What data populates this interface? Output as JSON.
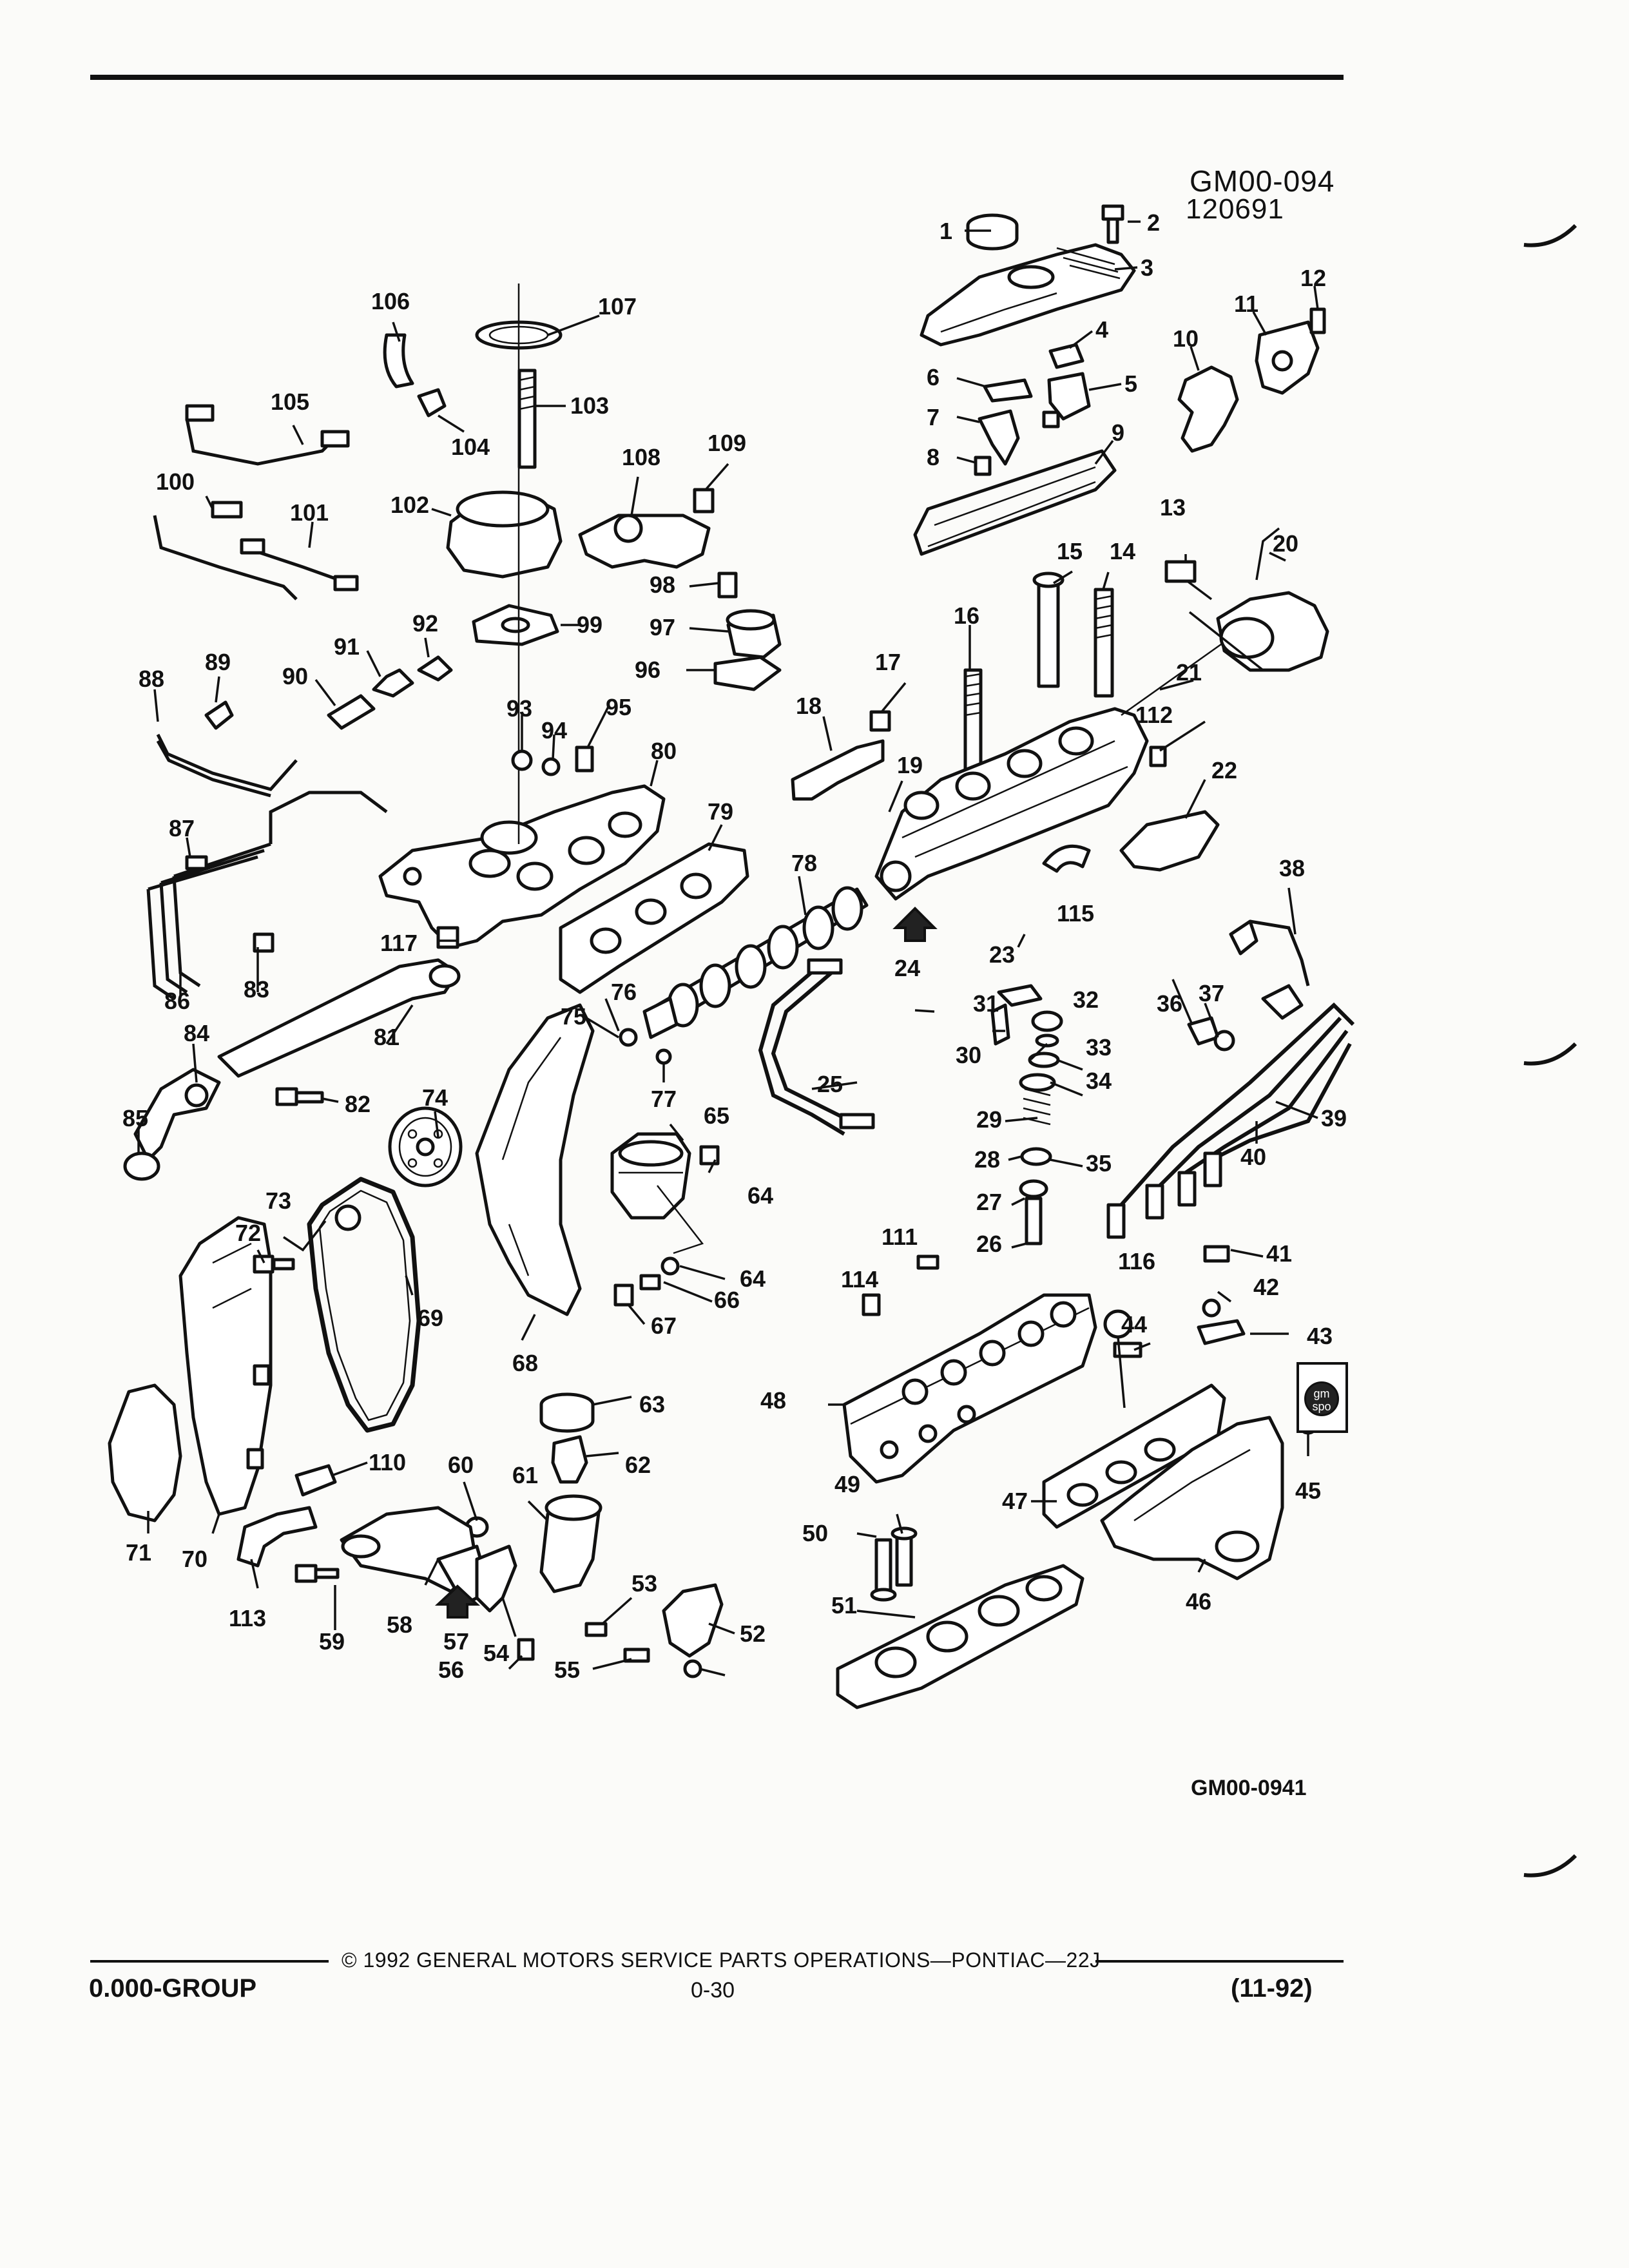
{
  "header": {
    "figure_code": "GM00-094",
    "figure_date": "120691"
  },
  "diagram": {
    "callouts": [
      "1",
      "2",
      "3",
      "4",
      "5",
      "6",
      "7",
      "8",
      "9",
      "10",
      "11",
      "12",
      "13",
      "14",
      "15",
      "16",
      "17",
      "18",
      "19",
      "20",
      "21",
      "22",
      "23",
      "24",
      "25",
      "26",
      "27",
      "28",
      "29",
      "30",
      "31",
      "32",
      "33",
      "34",
      "35",
      "36",
      "37",
      "38",
      "39",
      "40",
      "41",
      "42",
      "43",
      "44",
      "45",
      "46",
      "47",
      "48",
      "49",
      "50",
      "51",
      "52",
      "53",
      "54",
      "55",
      "56",
      "57",
      "58",
      "59",
      "60",
      "61",
      "62",
      "63",
      "64",
      "65",
      "66",
      "67",
      "68",
      "69",
      "70",
      "71",
      "72",
      "73",
      "74",
      "75",
      "76",
      "77",
      "78",
      "79",
      "80",
      "81",
      "82",
      "83",
      "84",
      "85",
      "86",
      "87",
      "88",
      "89",
      "90",
      "91",
      "92",
      "93",
      "94",
      "95",
      "96",
      "97",
      "98",
      "99",
      "100",
      "101",
      "102",
      "103",
      "104",
      "105",
      "106",
      "107",
      "108",
      "109",
      "110",
      "111",
      "112",
      "113",
      "114",
      "115",
      "116",
      "117"
    ],
    "arrow_markers": [
      "24",
      "57"
    ],
    "badge_text": "gm spo",
    "figure_id": "GM00-0941"
  },
  "footer": {
    "copyright": "© 1992 GENERAL MOTORS SERVICE PARTS OPERATIONS—PONTIAC—22J",
    "group": "0.000-GROUP",
    "page": "0-30",
    "date": "(11-92)"
  }
}
